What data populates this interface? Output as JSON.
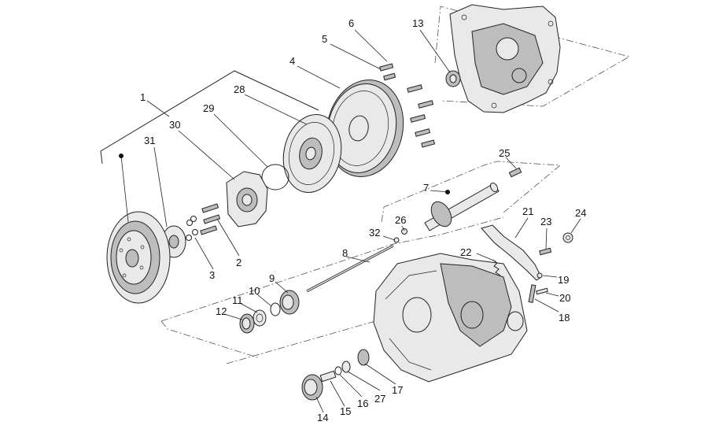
{
  "callouts": [
    {
      "id": "c1",
      "label": "1"
    },
    {
      "id": "c2",
      "label": "2"
    },
    {
      "id": "c3",
      "label": "3"
    },
    {
      "id": "c4",
      "label": "4"
    },
    {
      "id": "c5",
      "label": "5"
    },
    {
      "id": "c6",
      "label": "6"
    },
    {
      "id": "c7",
      "label": "7"
    },
    {
      "id": "c8",
      "label": "8"
    },
    {
      "id": "c9",
      "label": "9"
    },
    {
      "id": "c10",
      "label": "10"
    },
    {
      "id": "c11",
      "label": "11"
    },
    {
      "id": "c12",
      "label": "12"
    },
    {
      "id": "c13",
      "label": "13"
    },
    {
      "id": "c14",
      "label": "14"
    },
    {
      "id": "c15",
      "label": "15"
    },
    {
      "id": "c16",
      "label": "16"
    },
    {
      "id": "c17",
      "label": "17"
    },
    {
      "id": "c18",
      "label": "18"
    },
    {
      "id": "c19",
      "label": "19"
    },
    {
      "id": "c20",
      "label": "20"
    },
    {
      "id": "c21",
      "label": "21"
    },
    {
      "id": "c22",
      "label": "22"
    },
    {
      "id": "c23",
      "label": "23"
    },
    {
      "id": "c24",
      "label": "24"
    },
    {
      "id": "c25",
      "label": "25"
    },
    {
      "id": "c26",
      "label": "26"
    },
    {
      "id": "c27",
      "label": "27"
    },
    {
      "id": "c28",
      "label": "28"
    },
    {
      "id": "c29",
      "label": "29"
    },
    {
      "id": "c30",
      "label": "30"
    },
    {
      "id": "c31",
      "label": "31"
    },
    {
      "id": "c32",
      "label": "32"
    }
  ]
}
